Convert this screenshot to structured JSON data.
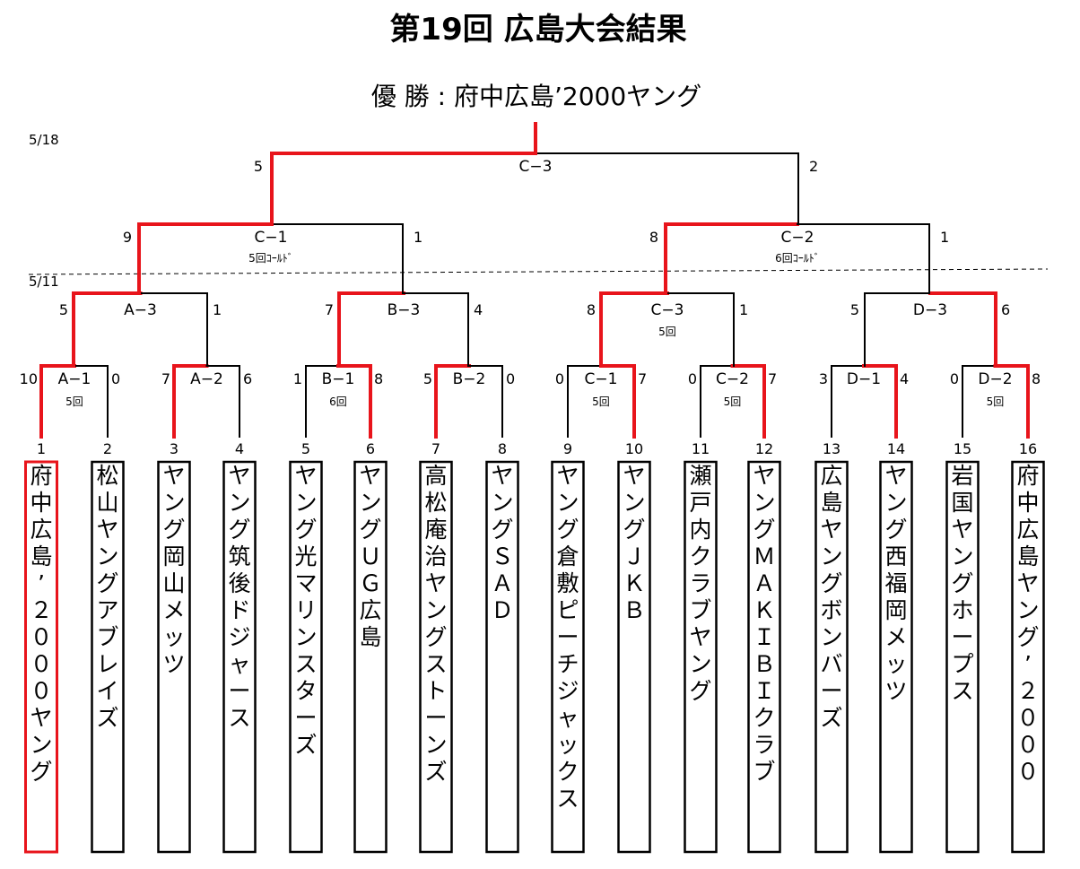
{
  "title": "第19回 広島大会結果",
  "champion": "優 勝 : 府中広島’2000ヤング",
  "dates": [
    "5/18",
    "5/11"
  ],
  "teams": [
    {
      "no": "1",
      "name": "府中広島’２０００ヤング",
      "winner": true
    },
    {
      "no": "2",
      "name": "松山ヤングアブレイズ",
      "winner": false
    },
    {
      "no": "3",
      "name": "ヤング岡山メッツ",
      "winner": false
    },
    {
      "no": "4",
      "name": "ヤング筑後ドジャース",
      "winner": false
    },
    {
      "no": "5",
      "name": "ヤング光マリンスターズ",
      "winner": false
    },
    {
      "no": "6",
      "name": "ヤングＵＧ広島",
      "winner": false
    },
    {
      "no": "7",
      "name": "高松庵治ヤングストーンズ",
      "winner": false
    },
    {
      "no": "8",
      "name": "ヤングＳＡＤ",
      "winner": false
    },
    {
      "no": "9",
      "name": "ヤング倉敷ピーチジャックス",
      "winner": false
    },
    {
      "no": "10",
      "name": "ヤングＪＫＢ",
      "winner": false
    },
    {
      "no": "11",
      "name": "瀬戸内クラブヤング",
      "winner": false
    },
    {
      "no": "12",
      "name": "ヤングＭＡＫＩＢＩクラブ",
      "winner": false
    },
    {
      "no": "13",
      "name": "広島ヤングボンバーズ",
      "winner": false
    },
    {
      "no": "14",
      "name": "ヤング西福岡メッツ",
      "winner": false
    },
    {
      "no": "15",
      "name": "岩国ヤングホープス",
      "winner": false
    },
    {
      "no": "16",
      "name": "府中広島ヤング’２０００",
      "winner": false
    }
  ],
  "round1": [
    {
      "label": "A−1",
      "note": "5回",
      "left": "10",
      "right": "0",
      "win": "L"
    },
    {
      "label": "A−2",
      "note": "",
      "left": "7",
      "right": "6",
      "win": "L"
    },
    {
      "label": "B−1",
      "note": "6回",
      "left": "1",
      "right": "8",
      "win": "R"
    },
    {
      "label": "B−2",
      "note": "",
      "left": "5",
      "right": "0",
      "win": "L"
    },
    {
      "label": "C−1",
      "note": "5回",
      "left": "0",
      "right": "7",
      "win": "R"
    },
    {
      "label": "C−2",
      "note": "5回",
      "left": "0",
      "right": "7",
      "win": "R"
    },
    {
      "label": "D−1",
      "note": "",
      "left": "3",
      "right": "4",
      "win": "R"
    },
    {
      "label": "D−2",
      "note": "5回",
      "left": "0",
      "right": "8",
      "win": "R"
    }
  ],
  "round2": [
    {
      "label": "A−3",
      "note": "",
      "left": "5",
      "right": "1",
      "win": "L"
    },
    {
      "label": "B−3",
      "note": "",
      "left": "7",
      "right": "4",
      "win": "L"
    },
    {
      "label": "C−3",
      "note": "5回",
      "left": "8",
      "right": "1",
      "win": "L"
    },
    {
      "label": "D−3",
      "note": "",
      "left": "5",
      "right": "6",
      "win": "R"
    }
  ],
  "round3": [
    {
      "label": "C−1",
      "note": "5回ｺｰﾙﾄﾞ",
      "left": "9",
      "right": "1",
      "win": "L"
    },
    {
      "label": "C−2",
      "note": "6回ｺｰﾙﾄﾞ",
      "left": "8",
      "right": "1",
      "win": "L"
    }
  ],
  "final": {
    "label": "C−3",
    "note": "",
    "left": "5",
    "right": "2",
    "win": "L"
  },
  "colors": {
    "win": "#e8141b",
    "line": "#000000"
  }
}
